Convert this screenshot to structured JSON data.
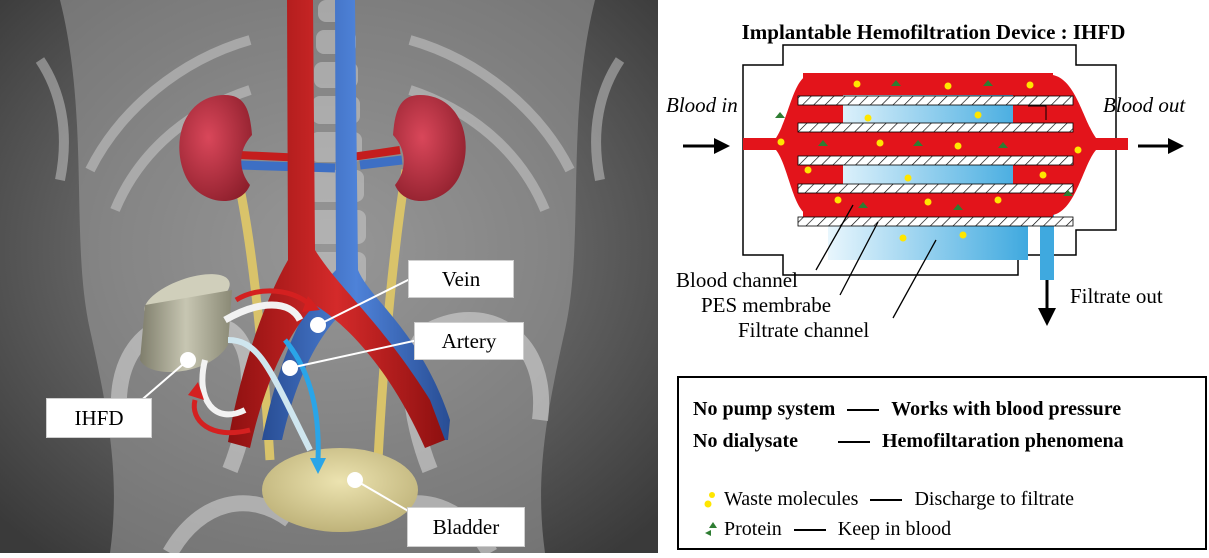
{
  "anatomy": {
    "labels": {
      "vein": "Vein",
      "artery": "Artery",
      "ihfd": "IHFD",
      "bladder": "Bladder"
    },
    "colors": {
      "artery": "#c41d1d",
      "vein": "#3d6fc4",
      "kidney": "#b22234",
      "ureter": "#d9c36a",
      "device": "#b9b8a4",
      "flow_blue": "#2aa5e8"
    }
  },
  "device": {
    "title": "Implantable Hemofiltration Device : IHFD",
    "blood_in": "Blood in",
    "blood_out": "Blood out",
    "filtrate_out": "Filtrate out",
    "callouts": {
      "blood_channel": "Blood channel",
      "pes_membrane": "PES membrabe",
      "filtrate_channel": "Filtrate channel"
    },
    "colors": {
      "blood": "#e3141b",
      "filtrate": "#4fb3e4",
      "waste": "#ffe600",
      "protein": "#2e7d32"
    }
  },
  "legend": {
    "row1_left": "No pump system",
    "row1_right": "Works with blood pressure",
    "row2_left": "No dialysate",
    "row2_right": "Hemofiltaration phenomena",
    "waste_label": "Waste molecules",
    "waste_effect": "Discharge to filtrate",
    "protein_label": "Protein",
    "protein_effect": "Keep in blood"
  }
}
